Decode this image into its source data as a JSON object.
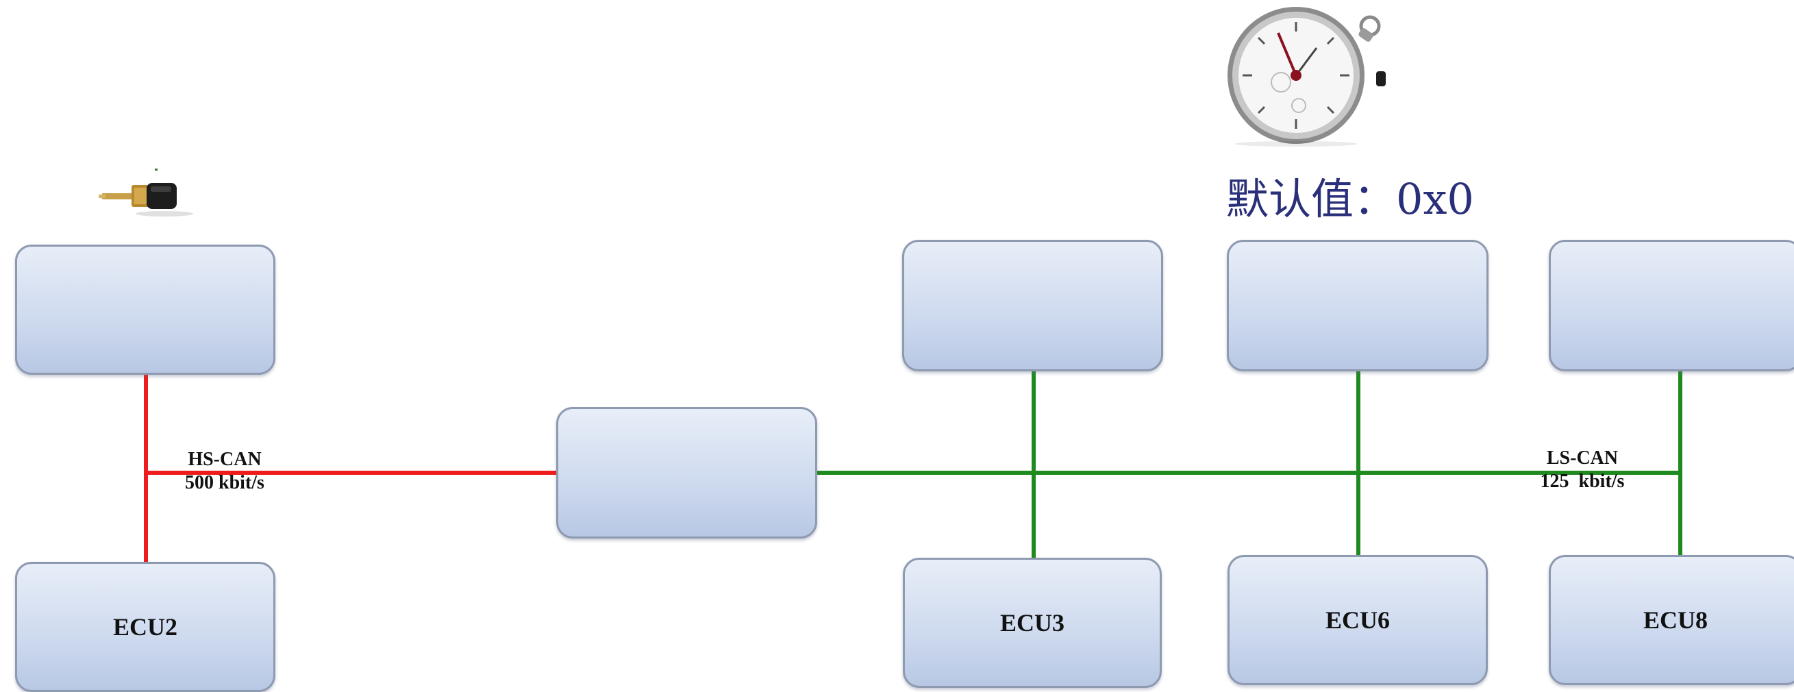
{
  "colors": {
    "hs_can": "#ee1c1c",
    "ls_can": "#1f8a1f",
    "text_blue": "#2a2f7a"
  },
  "icons": [
    "sensor-icon",
    "stopwatch-icon"
  ],
  "hs_can": {
    "name": "HS-CAN",
    "rate": "500 kbit/s"
  },
  "ls_can": {
    "name": "LS-CAN",
    "rate": "125  kbit/s"
  },
  "default_value": "默认值：0x0",
  "ecus": {
    "top_left": "",
    "bottom_left": "ECU2",
    "gateway": "",
    "top_3": "",
    "bottom_3": "ECU3",
    "top_6": "",
    "bottom_6": "ECU6",
    "top_8": "",
    "bottom_8": "ECU8"
  }
}
